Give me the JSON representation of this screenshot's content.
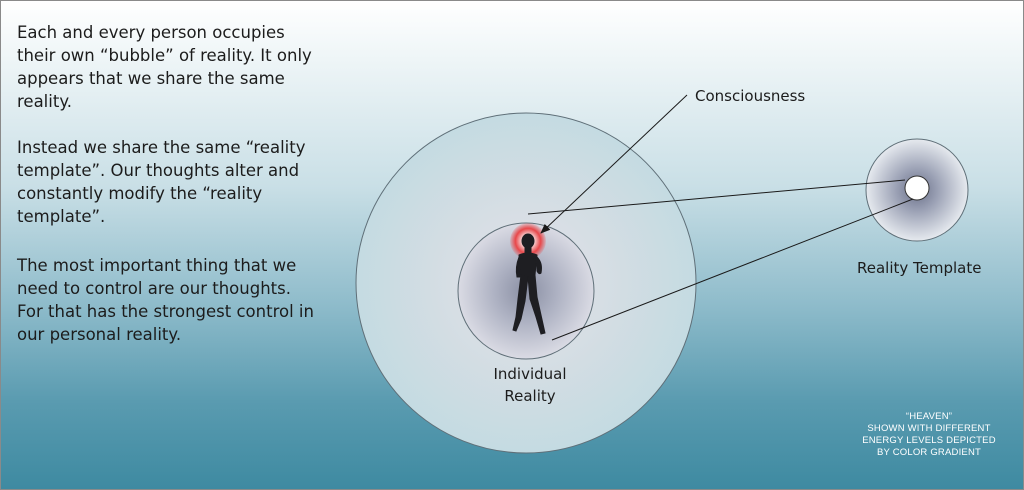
{
  "text": {
    "paragraph_1": "Each and every person occupies their own “bubble” of reality.  It only appears that we share the same reality.",
    "paragraph_2": "Instead we share the same “reality template”. Our thoughts alter and constantly modify the “reality template”.",
    "paragraph_3": "The most important thing that we need to control are our thoughts. For that has the strongest control in our personal reality."
  },
  "labels": {
    "consciousness": "Consciousness",
    "reality_template": "Reality Template",
    "individual_reality_line1": "Individual",
    "individual_reality_line2": "Reality"
  },
  "caption": {
    "line1": "“HEAVEN”",
    "line2": "SHOWN WITH DIFFERENT",
    "line3": "ENERGY LEVELS DEPICTED",
    "line4": "BY COLOR GRADIENT"
  },
  "colors": {
    "background_top": "#ffffff",
    "background_bottom": "#3e8aa1",
    "consciousness_glow": "#e8474a",
    "connector_line": "#1a1a1a"
  }
}
